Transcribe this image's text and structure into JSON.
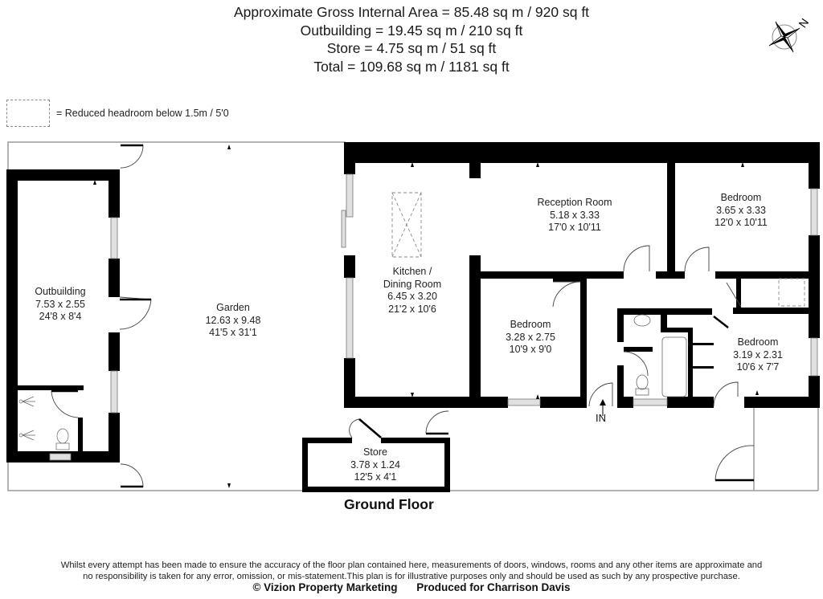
{
  "areas": {
    "line1": "Approximate Gross Internal Area = 85.48 sq m / 920 sq ft",
    "line2": "Outbuilding = 19.45 sq m / 210 sq ft",
    "line3": "Store = 4.75 sq m / 51 sq ft",
    "line4": "Total = 109.68 sq m / 1181 sq ft"
  },
  "compass": {
    "icon": "compass-rose-icon",
    "north_label": "N"
  },
  "legend": {
    "text": "= Reduced headroom below 1.5m / 5'0"
  },
  "rooms": {
    "outbuilding": {
      "name": "Outbuilding",
      "metric": "7.53 x 2.55",
      "imperial": "24'8 x 8'4"
    },
    "garden": {
      "name": "Garden",
      "metric": "12.63 x 9.48",
      "imperial": "41'5 x 31'1"
    },
    "kitchen": {
      "name1": "Kitchen /",
      "name2": "Dining Room",
      "metric": "6.45 x 3.20",
      "imperial": "21'2 x 10'6"
    },
    "reception": {
      "name": "Reception Room",
      "metric": "5.18 x 3.33",
      "imperial": "17'0 x 10'11"
    },
    "bedroom1": {
      "name": "Bedroom",
      "metric": "3.65 x 3.33",
      "imperial": "12'0 x 10'11"
    },
    "bedroom2": {
      "name": "Bedroom",
      "metric": "3.28 x 2.75",
      "imperial": "10'9 x 9'0"
    },
    "bedroom3": {
      "name": "Bedroom",
      "metric": "3.19 x 2.31",
      "imperial": "10'6 x 7'7"
    },
    "store": {
      "name": "Store",
      "metric": "3.78 x 1.24",
      "imperial": "12'5 x 4'1"
    }
  },
  "entrance_label": "IN",
  "floor_title": "Ground Floor",
  "footer": {
    "disclaimer_line1": "Whilst every attempt has been made to ensure the accuracy of the floor plan contained here, measurements of doors, windows, rooms and any other items are approximate and",
    "disclaimer_line2": "no responsibility is taken for any error, omission, or mis-statement.This plan is for illustrative purposes only and should be used as such by any prospective purchase.",
    "copyright": "© Vizion Property Marketing",
    "produced_for": "Produced for Charrison Davis"
  },
  "colors": {
    "wall": "#000000",
    "outline": "#9a9a9a",
    "window": "#d8d8d8",
    "text": "#222222"
  }
}
